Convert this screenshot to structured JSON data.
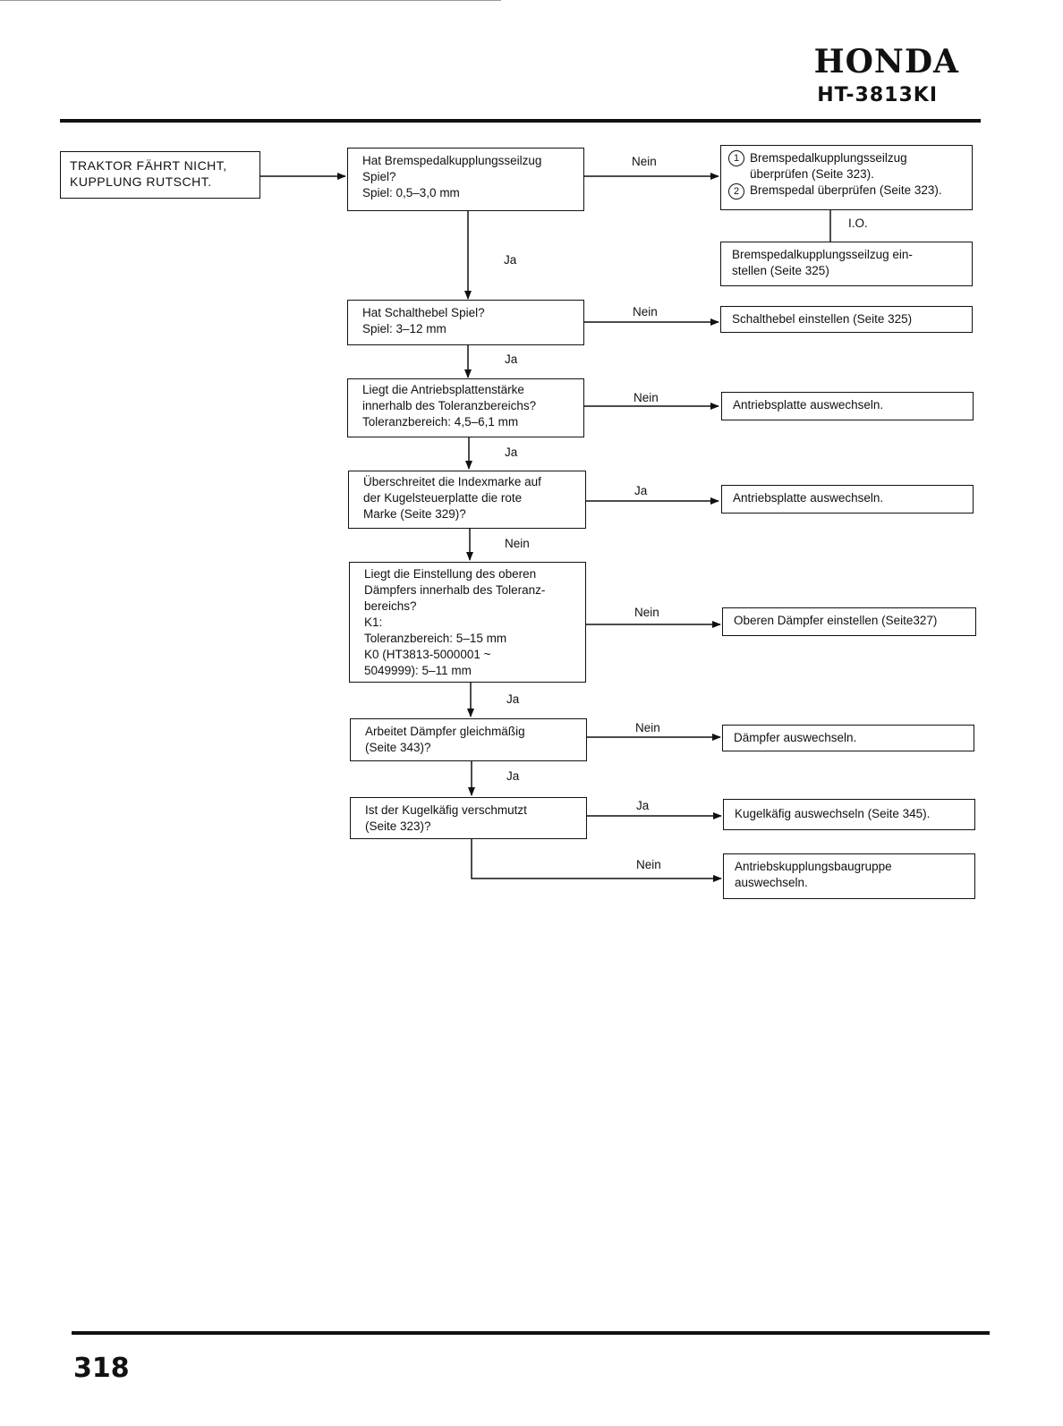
{
  "header": {
    "brand": "HONDA",
    "model": "HT-3813KI"
  },
  "footer": {
    "page_number": "318"
  },
  "flow": {
    "start": [
      "TRAKTOR FÄHRT NICHT,",
      "KUPPLUNG RUTSCHT."
    ],
    "q1": [
      "Hat Bremspedalkupplungsseilzug",
      "Spiel?",
      "Spiel: 0,5–3,0 mm"
    ],
    "q2": [
      "Hat Schalthebel Spiel?",
      "Spiel: 3–12 mm"
    ],
    "q3": [
      "Liegt die Antriebsplattenstärke",
      "innerhalb des Toleranzbereichs?",
      "Toleranzbereich: 4,5–6,1 mm"
    ],
    "q4": [
      "Überschreitet die Indexmarke auf",
      "der Kugelsteuerplatte die rote",
      "Marke (Seite 329)?"
    ],
    "q5": [
      "Liegt die Einstellung des oberen",
      "Dämpfers innerhalb des Toleranz-",
      "bereichs?",
      "K1:",
      "Toleranzbereich: 5–15 mm",
      "K0 (HT3813-5000001 ~",
      "5049999): 5–11 mm"
    ],
    "q6": [
      "Arbeitet Dämpfer gleichmäßig",
      "(Seite 343)?"
    ],
    "q7": [
      "Ist der Kugelkäfig verschmutzt",
      "(Seite 323)?"
    ],
    "a1": [
      {
        "num": "1",
        "text": "Bremspedalkupplungsseilzug"
      },
      {
        "num": "",
        "text": "überprüfen (Seite 323)."
      },
      {
        "num": "2",
        "text": "Bremspedal überprüfen (Seite 323)."
      }
    ],
    "a1b": [
      "Bremspedalkupplungsseilzug ein-",
      "stellen (Seite 325)"
    ],
    "a2": [
      "Schalthebel einstellen (Seite 325)"
    ],
    "a3": [
      "Antriebsplatte auswechseln."
    ],
    "a4": [
      "Antriebsplatte auswechseln."
    ],
    "a5": [
      "Oberen Dämpfer einstellen (Seite327)"
    ],
    "a6": [
      "Dämpfer auswechseln."
    ],
    "a7": [
      "Kugelkäfig auswechseln (Seite 345)."
    ],
    "a8": [
      "Antriebskupplungsbaugruppe",
      "auswechseln."
    ]
  },
  "labels": {
    "l1": "Nein",
    "l1b": "I.O.",
    "l2": "Ja",
    "l3": "Nein",
    "l4": "Ja",
    "l5": "Nein",
    "l6": "Ja",
    "l7": "Ja",
    "l8": "Nein",
    "l9": "Nein",
    "l10": "Ja",
    "l11": "Nein",
    "l12": "Ja",
    "l13": "Ja",
    "l14": "Nein"
  }
}
